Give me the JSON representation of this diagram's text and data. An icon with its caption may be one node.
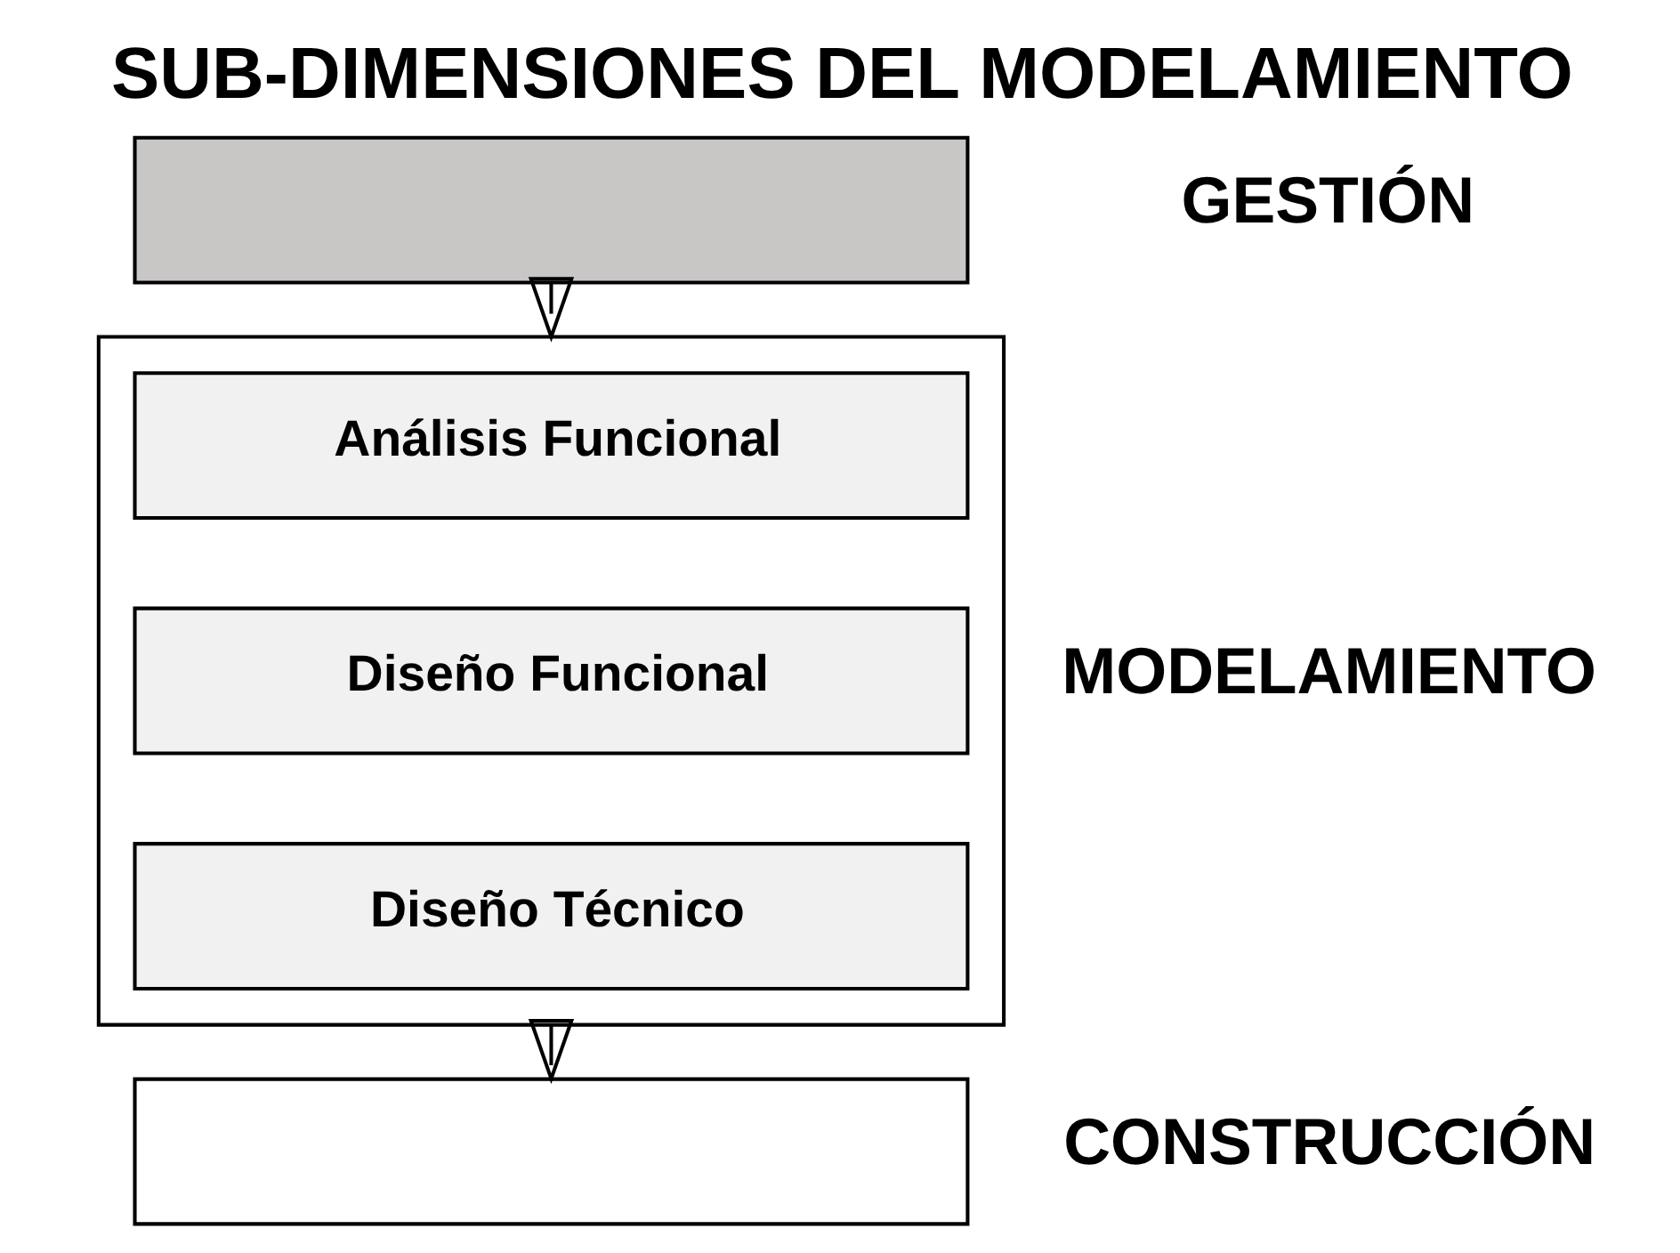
{
  "diagram": {
    "title": "SUB-DIMENSIONES DEL MODELAMIENTO",
    "nodes": [
      {
        "text": [],
        "shape": "box",
        "beside": [
          "GESTIÓN"
        ]
      },
      {
        "text": [],
        "shape": "box",
        "beside": [
          "MODELAMIENTO"
        ]
      },
      {
        "text": [
          "Análisis Funcional"
        ],
        "in": 1
      },
      {
        "text": [
          "Diseño Funcional"
        ],
        "in": 1
      },
      {
        "text": [
          "Diseño Técnico"
        ],
        "in": 1
      },
      {
        "text": [],
        "shape": "box",
        "beside": [
          "CONSTRUCCIÓN"
        ]
      }
    ],
    "edges": [
      {
        "from": 0,
        "to": 1,
        "arrow": "to"
      },
      {
        "from": 1,
        "to": 5,
        "arrow": "to"
      }
    ]
  }
}
